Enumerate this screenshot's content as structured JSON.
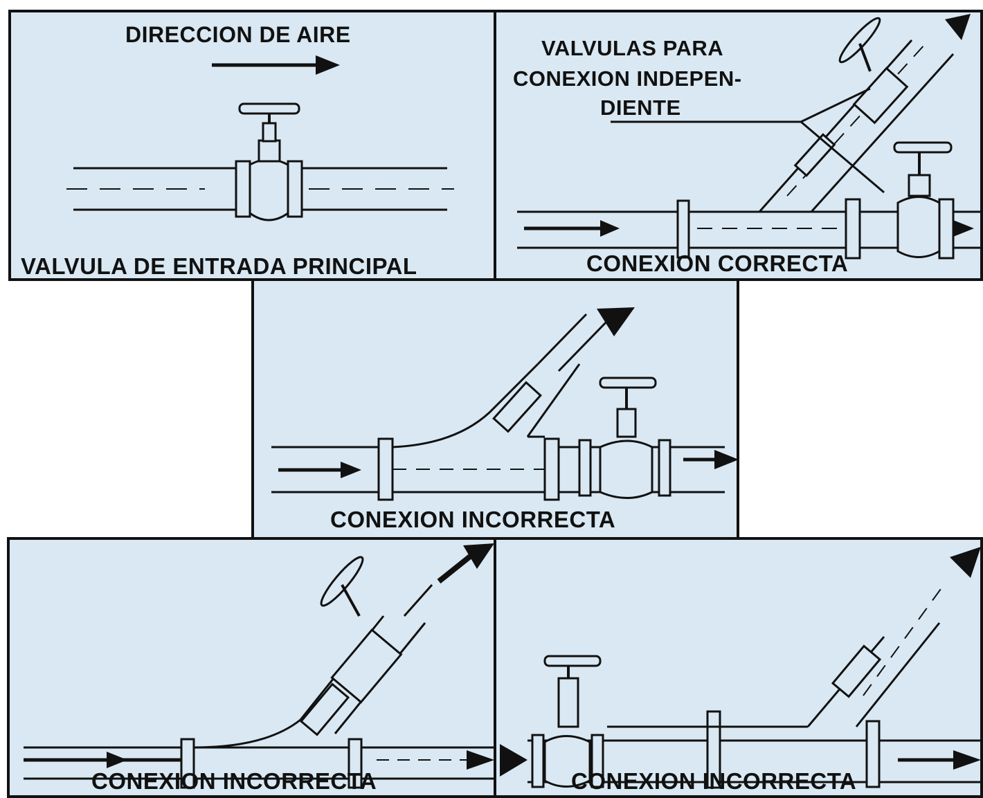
{
  "panels": {
    "main_valve": {
      "title": "DIRECCION DE AIRE",
      "caption": "VALVULA DE ENTRADA PRINCIPAL"
    },
    "correct": {
      "callout": [
        "VALVULAS PARA",
        "CONEXION INDEPEN-",
        "DIENTE"
      ],
      "caption": "CONEXION CORRECTA"
    },
    "incorrect_center": {
      "caption": "CONEXION INCORRECTA"
    },
    "incorrect_left": {
      "caption": "CONEXION INCORRECTA"
    },
    "incorrect_right": {
      "caption": "CONEXION INCORRECTA"
    }
  },
  "colors": {
    "panel_bg": "#d9e8f2",
    "ink": "#111111"
  }
}
